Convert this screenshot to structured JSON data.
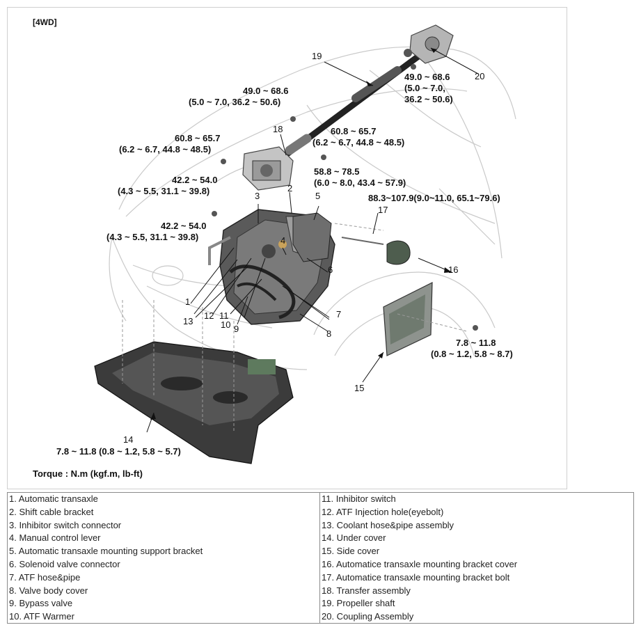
{
  "figure": {
    "tag": "[4WD]",
    "torque_note": "Torque : N.m (kgf.m, lb-ft)",
    "callouts": [
      "1",
      "2",
      "3",
      "4",
      "5",
      "6",
      "7",
      "8",
      "9",
      "10",
      "11",
      "12",
      "13",
      "14",
      "15",
      "16",
      "17",
      "18",
      "19",
      "20"
    ],
    "torque_specs": [
      {
        "line1": "49.0 ~ 68.6",
        "line2": "(5.0 ~ 7.0, 36.2 ~ 50.6)"
      },
      {
        "line1": "49.0 ~ 68.6",
        "line2": "(5.0 ~ 7.0,",
        "line3": "36.2 ~ 50.6)"
      },
      {
        "line1": "60.8 ~ 65.7",
        "line2": "(6.2 ~ 6.7, 44.8 ~ 48.5)"
      },
      {
        "line1": "60.8 ~ 65.7",
        "line2": "(6.2 ~ 6.7, 44.8 ~ 48.5)"
      },
      {
        "line1": "58.8 ~ 78.5",
        "line2": "(6.0 ~ 8.0, 43.4 ~ 57.9)"
      },
      {
        "line1": "42.2 ~ 54.0",
        "line2": "(4.3 ~ 5.5, 31.1 ~ 39.8)"
      },
      {
        "line1": "88.3~107.9(9.0~11.0, 65.1~79.6)"
      },
      {
        "line1": "42.2 ~ 54.0",
        "line2": "(4.3 ~ 5.5, 31.1 ~ 39.8)"
      },
      {
        "line1": "7.8 ~ 11.8",
        "line2": "(0.8 ~ 1.2, 5.8 ~ 8.7)"
      },
      {
        "line1": "7.8 ~ 11.8 (0.8 ~ 1.2, 5.8 ~ 5.7)"
      }
    ]
  },
  "legend": {
    "left": [
      "1. Automatic transaxle",
      "2. Shift cable bracket",
      "3. Inhibitor switch connector",
      "4. Manual control lever",
      "5. Automatic transaxle mounting support bracket",
      "6. Solenoid valve connector",
      "7. ATF hose&pipe",
      "8. Valve body cover",
      "9. Bypass valve",
      "10. ATF Warmer"
    ],
    "right": [
      "11. Inhibitor switch",
      "12. ATF Injection hole(eyebolt)",
      "13. Coolant hose&pipe assembly",
      "14. Under cover",
      "15. Side cover",
      "16. Automatice transaxle mounting bracket cover",
      "17. Automatice transaxle mounting bracket bolt",
      "18. Transfer assembly",
      "19. Propeller shaft",
      "20. Coupling Assembly"
    ]
  }
}
